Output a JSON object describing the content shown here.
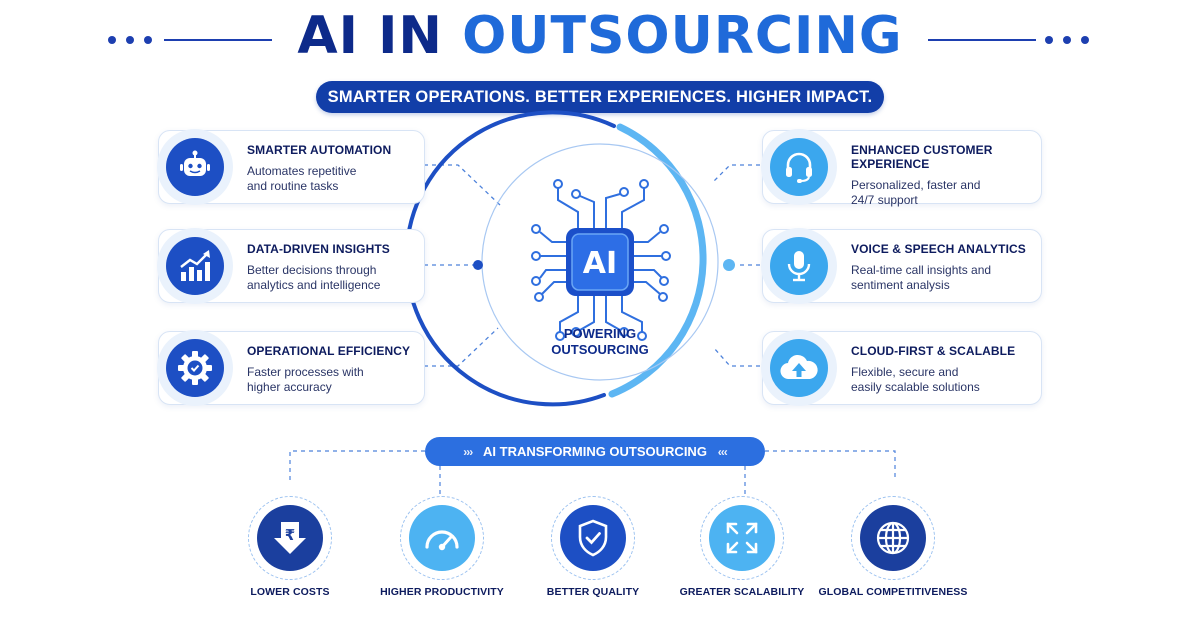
{
  "header": {
    "title_part1": "AI IN",
    "title_part2": "OUTSOURCING",
    "subtitle": "SMARTER OPERATIONS. BETTER EXPERIENCES. HIGHER IMPACT."
  },
  "colors": {
    "navy": "#0d2a8a",
    "blue": "#1d4fc4",
    "sky": "#3ba7ee",
    "pill": "#123ea8"
  },
  "center": {
    "chip_label": "AI",
    "label_line1": "POWERING",
    "label_line2": "OUTSOURCING",
    "icon": "ai-chip-icon"
  },
  "features_left": [
    {
      "title": "SMARTER AUTOMATION",
      "desc_line1": "Automates repetitive",
      "desc_line2": "and routine tasks",
      "icon": "robot-icon"
    },
    {
      "title": "DATA-DRIVEN INSIGHTS",
      "desc_line1": "Better decisions through",
      "desc_line2": "analytics and intelligence",
      "icon": "growth-chart-icon"
    },
    {
      "title": "OPERATIONAL EFFICIENCY",
      "desc_line1": "Faster processes with",
      "desc_line2": "higher accuracy",
      "icon": "gear-check-icon"
    }
  ],
  "features_right": [
    {
      "title": "ENHANCED CUSTOMER EXPERIENCE",
      "desc_line1": "Personalized, faster and",
      "desc_line2": "24/7 support",
      "icon": "headset-icon"
    },
    {
      "title": "VOICE & SPEECH ANALYTICS",
      "desc_line1": "Real-time call insights and",
      "desc_line2": "sentiment analysis",
      "icon": "microphone-icon"
    },
    {
      "title": "CLOUD-FIRST & SCALABLE",
      "desc_line1": "Flexible, secure and",
      "desc_line2": "easily scalable solutions",
      "icon": "cloud-upload-icon"
    }
  ],
  "transform": {
    "label": "AI TRANSFORMING OUTSOURCING",
    "left_chevrons": "›››",
    "right_chevrons": "‹‹‹"
  },
  "benefits": [
    {
      "label": "LOWER COSTS",
      "icon": "rupee-down-icon"
    },
    {
      "label": "HIGHER PRODUCTIVITY",
      "icon": "speedometer-icon"
    },
    {
      "label": "BETTER QUALITY",
      "icon": "shield-check-icon"
    },
    {
      "label": "GREATER SCALABILITY",
      "icon": "expand-arrows-icon"
    },
    {
      "label": "GLOBAL COMPETITIVENESS",
      "icon": "globe-icon"
    }
  ]
}
